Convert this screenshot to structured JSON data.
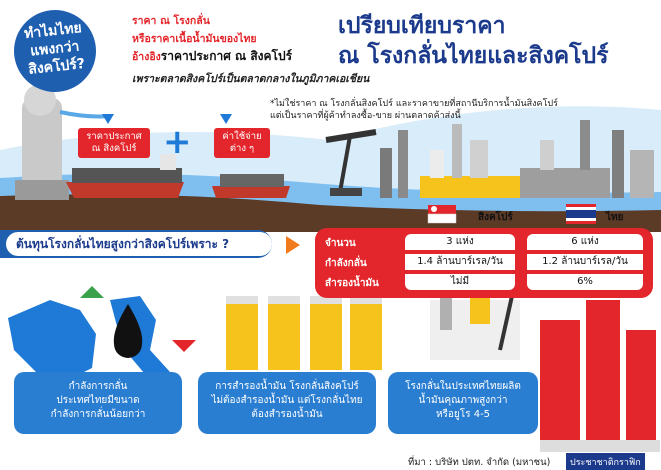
{
  "bubble": {
    "line1": "ทำไมไทย",
    "line2": "แพงกว่า",
    "line3": "สิงคโปร์?"
  },
  "intro": {
    "line1": "ราคา ณ โรงกลั่น",
    "line2": "หรือราคาเนื้อน้ำมันของไทย",
    "line3_prefix": "อ้างอิง",
    "line3_bold": "ราคาประกาศ ณ สิงคโปร์",
    "subtitle": "เพราะตลาดสิงคโปร์เป็นตลาดกลางในภูมิภาคเอเชียน"
  },
  "title": {
    "line1": "เปรียบเทียบราคา",
    "line2": "ณ โรงกลั่นไทยและสิงคโปร์"
  },
  "note": {
    "line1": "*ไม่ใช่ราคา ณ โรงกลั่นสิงคโปร์ และราคาขายที่สถานีบริการน้ำมันสิงคโปร์",
    "line2": "แต่เป็นราคาที่ผู้ค้าทำลงซื้อ-ขาย ผ่านตลาดค้าส่งนี้"
  },
  "tags": {
    "price_sg": "ราคาประกาศ\nณ สิงคโปร์",
    "plus": "+",
    "costs": "ค่าใช้จ่าย\nต่าง ๆ"
  },
  "flags": {
    "sg_label": "สิงคโปร์",
    "th_label": "ไทย"
  },
  "question": "ต้นทุนโรงกลั่นไทยสูงกว่าสิงคโปร์เพราะ ?",
  "table": {
    "rows": [
      {
        "label": "จำนวน",
        "sg": "3 แห่ง",
        "th": "6 แห่ง"
      },
      {
        "label": "กำลังกลั่น",
        "sg": "1.4 ล้านบาร์เรล/วัน",
        "th": "1.2 ล้านบาร์เรล/วัน"
      },
      {
        "label": "สำรองน้ำมัน",
        "sg": "ไม่มี",
        "th": "6%"
      }
    ]
  },
  "boxes": [
    {
      "line1": "กำลังการกลั่น",
      "line2": "ประเทศไทยมีขนาด",
      "line3": "กำลังการกลั่นน้อยกว่า"
    },
    {
      "line1": "การสำรองน้ำมัน โรงกลั่นสิงคโปร์",
      "line2": "ไม่ต้องสำรองน้ำมัน แต่โรงกลั่นไทย",
      "line3": "ต้องสำรองน้ำมัน"
    },
    {
      "line1": "โรงกลั่นในประเทศไทยผลิต",
      "line2": "น้ำมันคุณภาพสูงกว่า",
      "line3": "หรือยูโร 4-5"
    }
  ],
  "footer": {
    "source": "ที่มา : บริษัท ปตท. จำกัด (มหาชน)",
    "brand": "ประชาชาติกราฟิก"
  },
  "colors": {
    "blue": "#1e5fb0",
    "red": "#e3262b",
    "orange": "#f07a1c",
    "yellow": "#f6c21c",
    "sky": "#cfe6f7"
  }
}
